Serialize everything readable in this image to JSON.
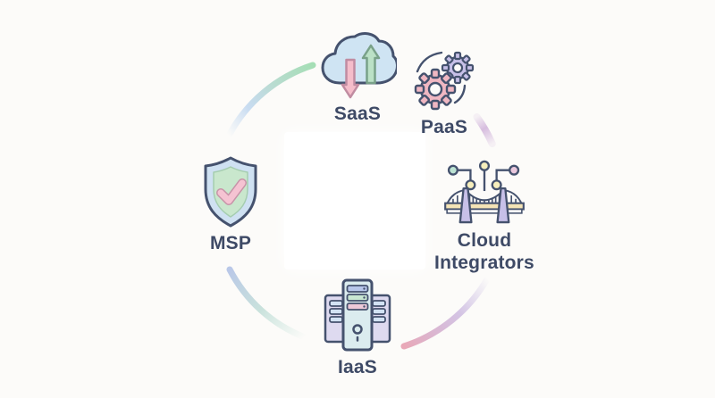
{
  "page": {
    "background_color": "#fcfbf9"
  },
  "diagram": {
    "type": "circular-ecosystem",
    "nodes": [
      {
        "label": "SaaS",
        "icon": "cloud-sync-icon",
        "position": "top"
      },
      {
        "label": "PaaS",
        "icon": "gears-icon",
        "position": "top-right"
      },
      {
        "label": "Cloud Integrators",
        "icon": "bridge-icon",
        "position": "right"
      },
      {
        "label": "IaaS",
        "icon": "server-icon",
        "position": "bottom"
      },
      {
        "label": "MSP",
        "icon": "shield-check-icon",
        "position": "left"
      }
    ],
    "colors": {
      "outline": "#45526e",
      "label_text": "#3e4a66",
      "arc_green": "#a5deb5",
      "arc_blue": "#b4c9ea",
      "arc_lavender": "#cdaed8",
      "arc_pink": "#e8a4b4",
      "arc_teal": "#b7d9cf",
      "icon_blue": "#cfe4f3",
      "icon_green": "#bbe1c6",
      "icon_pink": "#f5bdca",
      "icon_lavender": "#c7c0e8",
      "icon_yellow": "#f4e4b6",
      "icon_teal": "#dbecef"
    }
  }
}
